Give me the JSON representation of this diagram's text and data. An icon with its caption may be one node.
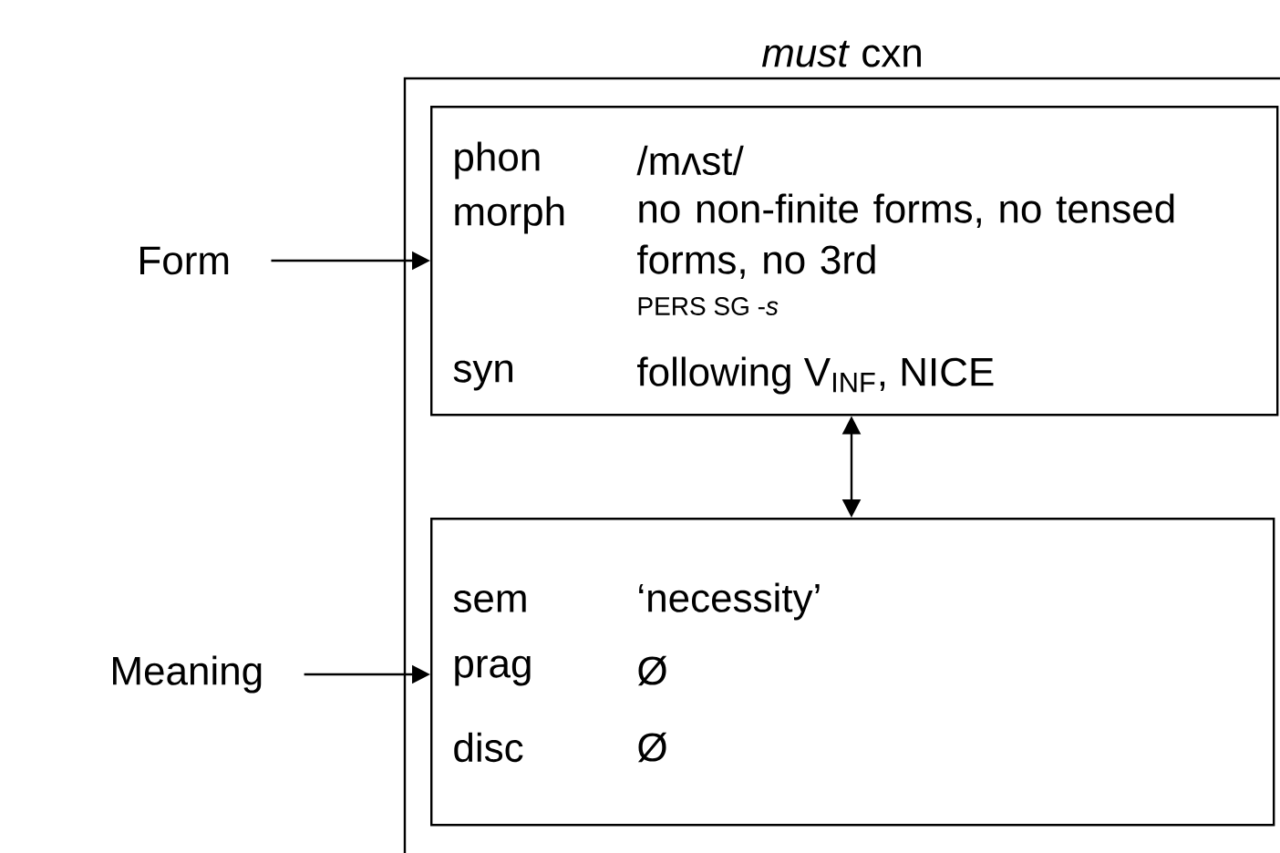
{
  "diagram": {
    "nodes": [
      {
        "text": [
          "*must* cxn"
        ]
      },
      {
        "text": [
          "phon",
          "/mʌst/",
          "morph",
          "no non-finite forms, no tensed forms, no 3rd",
          "PERS SG -*s*",
          "syn",
          "following V$_{INF}$, NICE"
        ],
        "in": 0
      },
      {
        "text": [
          "sem",
          "‘necessity’",
          "prag",
          "Ø",
          "disc",
          "Ø"
        ],
        "in": 0
      },
      {
        "text": [
          "Form"
        ]
      },
      {
        "text": [
          "Meaning"
        ]
      }
    ],
    "edges": [
      {
        "from": 3,
        "to": 1,
        "arrow": "to"
      },
      {
        "from": 1,
        "to": 2,
        "arrow": "both"
      },
      {
        "from": 4,
        "to": 2,
        "arrow": "to"
      }
    ]
  }
}
